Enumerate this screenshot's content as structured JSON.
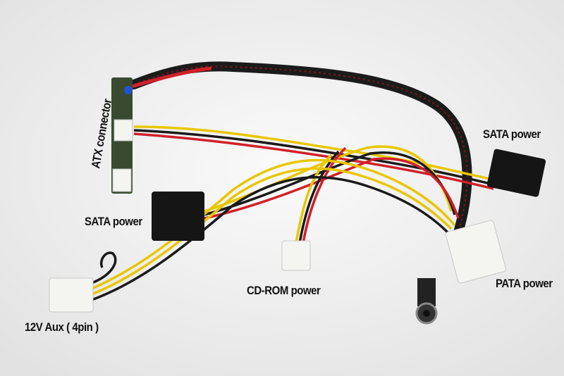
{
  "labels": {
    "atx": "ATX connector",
    "sata_top": "SATA power",
    "sata_left": "SATA power",
    "cdrom": "CD-ROM power",
    "pata": "PATA power",
    "aux": "12V Aux ( 4pin )"
  },
  "colors": {
    "background": "#f2f2f2",
    "wire_yellow": "#e8c600",
    "wire_red": "#d0202a",
    "wire_black": "#1a1a1a",
    "connector_white": "#f4f4f0",
    "connector_black": "#151515"
  }
}
